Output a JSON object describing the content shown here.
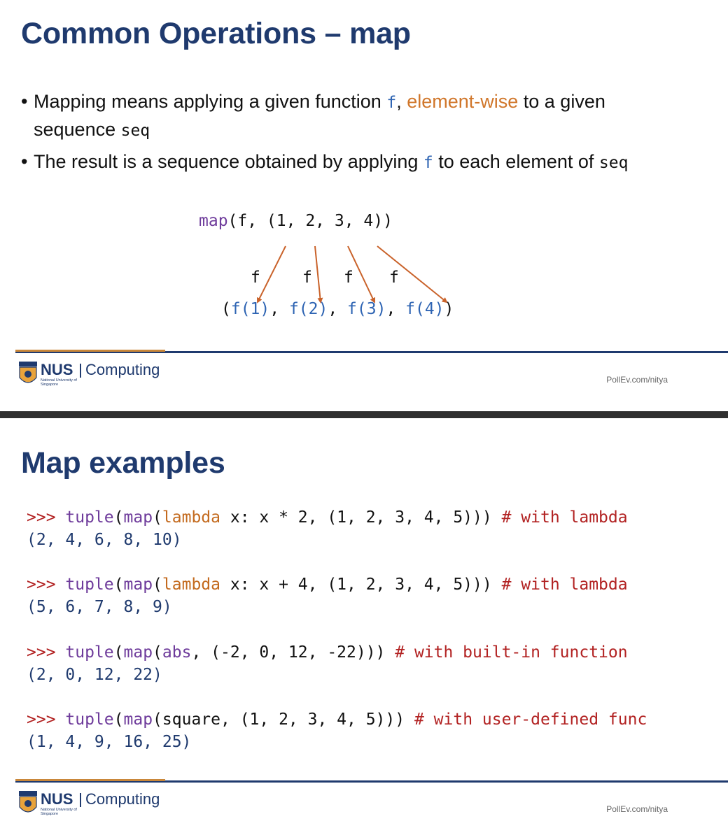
{
  "slide1": {
    "title": "Common Operations – map",
    "bullet1": {
      "t1": "Mapping means applying a given function ",
      "code_f": "f",
      "t2": ", ",
      "highlight": "element-wise",
      "t3": " to a given",
      "t4": "sequence ",
      "code_seq": "seq"
    },
    "bullet2": {
      "t1": "The result is a sequence obtained by applying ",
      "code_f": "f",
      "t2": " to each element of ",
      "code_seq": "seq"
    },
    "diagram": {
      "top_fn": "map",
      "top_args": "(f, (1, 2, 3, 4))",
      "arrow_labels": [
        "f",
        "f",
        "f",
        "f"
      ],
      "result_open": "(",
      "results": [
        "f(1)",
        "f(2)",
        "f(3)",
        "f(4)"
      ],
      "result_sep": ", ",
      "result_close": ")",
      "arrow_color": "#c9622a"
    },
    "footer": {
      "logo_nus": "NUS",
      "logo_computing": "Computing",
      "logo_sub": "National University of Singapore",
      "pollev": "PollEv.com/nitya"
    }
  },
  "slide2": {
    "title": "Map examples",
    "examples": [
      {
        "prompt": ">>> ",
        "tuple": "tuple",
        "p1": "(",
        "map": "map",
        "p2": "(",
        "func": "lambda",
        "func_style": "orange",
        "rest": " x: x * 2, (1, 2, 3, 4, 5))) ",
        "comment": "# with lambda",
        "result": "(2, 4, 6, 8, 10)"
      },
      {
        "prompt": ">>> ",
        "tuple": "tuple",
        "p1": "(",
        "map": "map",
        "p2": "(",
        "func": "lambda",
        "func_style": "orange",
        "rest": " x: x + 4, (1, 2, 3, 4, 5))) ",
        "comment": "# with lambda",
        "result": "(5, 6, 7, 8, 9)"
      },
      {
        "prompt": ">>> ",
        "tuple": "tuple",
        "p1": "(",
        "map": "map",
        "p2": "(",
        "func": "abs",
        "func_style": "purple",
        "rest": ", (-2, 0, 12, -22))) ",
        "comment": "# with built-in function",
        "result": "(2, 0, 12, 22)"
      },
      {
        "prompt": ">>> ",
        "tuple": "tuple",
        "p1": "(",
        "map": "map",
        "p2": "(",
        "func": "square",
        "func_style": "plain",
        "rest": ", (1, 2, 3, 4, 5))) ",
        "comment": "# with user-defined func",
        "result": "(1, 4, 9, 16, 25)"
      }
    ],
    "footer": {
      "logo_nus": "NUS",
      "logo_computing": "Computing",
      "logo_sub": "National University of Singapore",
      "pollev": "PollEv.com/nitya"
    }
  },
  "colors": {
    "title": "#1f3a6e",
    "orange_text": "#d0762a",
    "code_blue": "#2e64b3",
    "map_purple": "#6e3b9b",
    "prompt_red": "#b22222",
    "divider": "#2f2f2f",
    "footer_accent": "#c9873a"
  }
}
